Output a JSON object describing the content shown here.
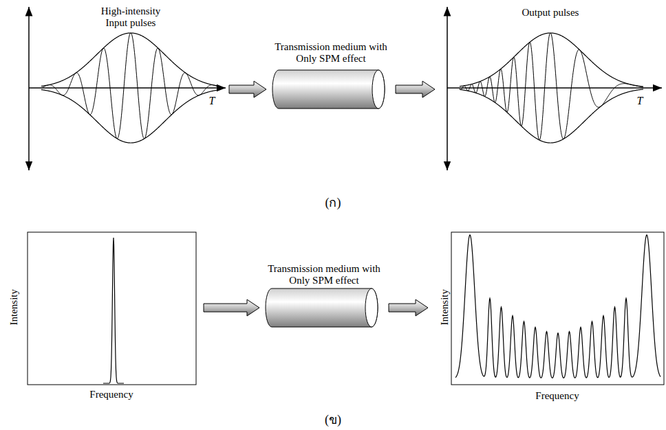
{
  "diagram": {
    "nodes": [
      {
        "text": [
          "High-intensity Input pulses",
          "T"
        ]
      },
      {
        "text": [
          "Transmission medium with Only SPM effect"
        ]
      },
      {
        "text": [
          "Output pulses",
          "T"
        ]
      },
      {
        "text": [
          "Intensity",
          "Frequency"
        ]
      },
      {
        "text": [
          "Transmission medium with Only SPM effect"
        ]
      },
      {
        "text": [
          "Intensity",
          "Frequency"
        ]
      }
    ],
    "edges": [
      {
        "from": 0,
        "to": 1,
        "arrow": "to"
      },
      {
        "from": 1,
        "to": 2,
        "arrow": "to"
      },
      {
        "from": 3,
        "to": 4,
        "arrow": "to"
      },
      {
        "from": 4,
        "to": 5,
        "arrow": "to"
      }
    ],
    "labels": [
      "(ก)",
      "(ข)"
    ]
  }
}
